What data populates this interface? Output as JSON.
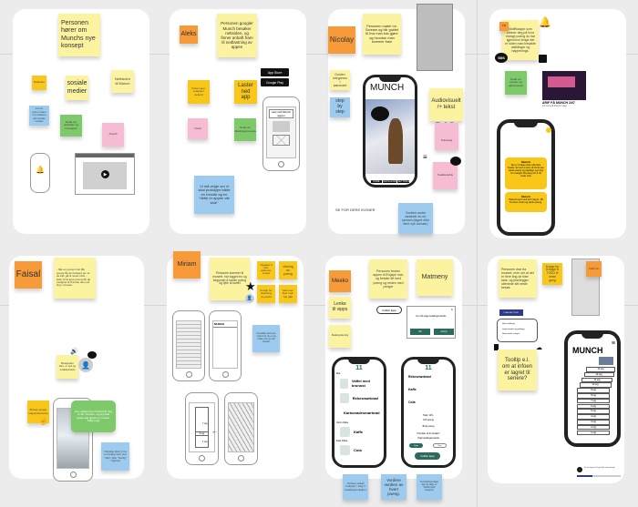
{
  "board": {
    "frames": [
      {
        "id": "frame-1",
        "persona": "",
        "stickies": [
          {
            "text": "Personen hører om Munchs nye konsept",
            "color": "yellow"
          },
          {
            "text": "Reklame",
            "color": "gold"
          },
          {
            "text": "sosiale medier",
            "color": "yellow"
          },
          {
            "text": "Nettsiden til Munch",
            "color": "yellow"
          },
          {
            "text": "Lorem ipsum tekst om reklame på sosiale medier",
            "color": "blue"
          },
          {
            "text": "Notat om nettsiden og konseptet",
            "color": "green"
          },
          {
            "text": "Avsnitt",
            "color": "pink"
          }
        ],
        "wireframes": [
          "phone-notification",
          "browser-video-player"
        ]
      },
      {
        "id": "frame-2",
        "persona": "Aleks",
        "stickies": [
          {
            "text": "Personen googler Munch besøker nettsiden, og finner anbaft fram til nedlastning av appen",
            "color": "yellow"
          },
          {
            "text": "Finner app-knappen nederst",
            "color": "gold"
          },
          {
            "text": "Laster ned app",
            "color": "gold"
          },
          {
            "text": "Notat",
            "color": "pink"
          },
          {
            "text": "Notat om nedlastingsprosessen",
            "color": "green"
          },
          {
            "text": "Vi må velge om vi skal prototype både en forside og en \"dette er appen vår side\"",
            "color": "blue"
          }
        ],
        "badges": [
          "App Store",
          "Google Play"
        ],
        "phone_banner": "Last ned Munch appen"
      },
      {
        "id": "frame-3",
        "persona": "Nicolay",
        "stickies": [
          {
            "text": "Personen møter mr. Scream og blir guidet til hva man kan gjøre og hvordan man kommer fram",
            "color": "yellow"
          },
          {
            "text": "Guiden integreres i kameraet",
            "color": "yellow"
          },
          {
            "text": "step by step",
            "color": "blue"
          },
          {
            "text": "Audiovisuelt /+ tekst",
            "color": "yellow"
          },
          {
            "text": "Tekstvalg",
            "color": "pink"
          },
          {
            "text": "Snakkeboble",
            "color": "pink"
          },
          {
            "text": "Vurdere andre varianter av mr. scream (tegne eller flere nye scream)",
            "color": "blue"
          }
        ],
        "phone_title": "MUNCH",
        "phone_nav": [
          "HOME",
          "NAVIGASJON",
          "SETTINGS"
        ],
        "text_format_icons": "B A I",
        "annotation": "SE FOR DERE IKONER"
      },
      {
        "id": "frame-4",
        "persona": "Pål",
        "stickies": [
          {
            "text": "Notifikasjon som minner deg på hvor mange poeng du har igjen/hvor lenge det er siden man besøkte utstillinger og happenings.",
            "color": "yellow"
          },
          {
            "text": "Notat om varsler og påminnelser",
            "color": "green"
          }
        ],
        "event_card": {
          "title": "ARIF PÅ MUNCH 24/7",
          "subtitle": "Konsert på Munch i dag"
        },
        "sms_label": "SMS",
        "messages": [
          {
            "sender": "Munch",
            "text": "Det er 4 dager siden ditt siste besøk. Ta turen innom nå så du kan samle poeng og oppdage nye ting! Du mangler 65 poeng for å nå neste nivå."
          },
          {
            "sender": "Munch",
            "text": "Husk konsert med Arif i dag kl. 19! Ta turen innom og samle poeng."
          }
        ]
      },
      {
        "id": "frame-5",
        "persona": "Faisal",
        "stickies": [
          {
            "text": "- Når en person har fått poeng får de beskjed om at de kan gå til neste nivå. - Etter å ha tjent poeng får de mulighet til å bruke dem på ting i museet.",
            "color": "yellow"
          },
          {
            "text": "Beskjeden kan, er lyd og snakkeboble",
            "color": "yellow"
          },
          {
            "text": "Bruker google maps/streetview",
            "color": "gold"
          },
          {
            "text": "Kanskje skal vi ha en knapp som sier \"skip\" eller \"ferdig\" i hjørnet",
            "color": "blue"
          }
        ],
        "speech_bubble": "Hei, velkommen til Munch! Jeg er Mr. Scream, og jeg skal guide deg gjennom museet. Følg meg!"
      },
      {
        "id": "frame-6",
        "persona": "Miriam",
        "stickies": [
          {
            "text": "Personen kommer til museet, har logget inn og begynner å samle poeng og fylle ut kartet",
            "color": "yellow"
          },
          {
            "text": "Oppgaver å løse underveis i museet",
            "color": "gold"
          },
          {
            "text": "Visning av poeng",
            "color": "gold"
          },
          {
            "text": "Knapp for skanning av punkt",
            "color": "gold"
          },
          {
            "text": "Kart over flyer man har gått",
            "color": "gold"
          },
          {
            "text": "Innendørs kart som viser hvor du er og hvilke rom du har besøkt",
            "color": "blue"
          }
        ],
        "map_header": "MUNCH",
        "floor_labels": [
          "7 etg",
          "6 etg",
          "1 etg"
        ]
      },
      {
        "id": "frame-7",
        "persona": "Meeko",
        "stickies": [
          {
            "text": "Personen bruker appen til å kjøpe mat, og betaler litt med poeng og resten med penger",
            "color": "yellow"
          },
          {
            "text": "Matmeny",
            "color": "yellow"
          },
          {
            "text": "Lenke til vipps",
            "color": "yellow"
          },
          {
            "text": "Betalingsløsning",
            "color": "yellow"
          },
          {
            "text": "Vurdere antall knapper i steg 3 betalingsmulighet",
            "color": "blue"
          },
          {
            "text": "Vurdere verdien av hvert poeng.",
            "color": "blue"
          },
          {
            "text": "Ta betalingsvalget ikke at valgt, er \"Fullfør kjøp\" knappen",
            "color": "blue"
          }
        ],
        "buttons": {
          "complete_order": "Fullfør kjøp"
        },
        "dialog": {
          "text": "Du må velge betalingsmetode",
          "ok": "OK",
          "cancel": "Avbryt"
        },
        "menu": {
          "logo": "11",
          "sections": [
            "Mat",
            "Varm drikke",
            "Kald drikke"
          ],
          "items": [
            {
              "name": "Vaffel med brunost",
              "price": "45,-"
            },
            {
              "name": "Rekesmørbrød",
              "price": "130,-"
            },
            {
              "name": "Karbonadesmørbrød",
              "price": "125,-"
            },
            {
              "name": "Kaffe",
              "price": "40,-"
            },
            {
              "name": "Cola",
              "price": "45,-"
            }
          ]
        },
        "cart": {
          "items": [
            {
              "name": "Rekesmørbrød",
              "price": "130,-"
            },
            {
              "name": "Kaffe",
              "price": "40,-"
            },
            {
              "name": "Cola",
              "price": "45,-"
            }
          ],
          "total": "Total: 215,-",
          "points": "100 poeng",
          "points_toggle": "Bruk poeng",
          "payment_question": "Hvordan vil du betale?",
          "payment_option": "Velg betalingsmetode",
          "pay_vipps": "Vipps",
          "pay_card": "Kort",
          "checkout": "Fullfør kjøp"
        }
      },
      {
        "id": "frame-8",
        "persona": "Kathrine",
        "stickies": [
          {
            "text": "Personen drar fra museet, men ser at det er flere ting de ikke rakk, og planlegger uttenede sitt neste besøk.",
            "color": "yellow"
          },
          {
            "text": "Knapp for å legge til TODO til neste gang",
            "color": "gold"
          },
          {
            "text": "Tooltip e.l. om at infoen er lagret til senere?",
            "color": "yellow"
          }
        ],
        "plan_button": "PLAN NEXT VISIT",
        "checklist": [
          "Husk utstillinger",
          "Lagre favoritter og planlegg",
          "Neste besøk er lagret"
        ],
        "phone_title": "MUNCH",
        "floors": [
          "13 etg",
          "12 etg",
          "11 etg",
          "10 etg",
          "9 etg",
          "8 etg",
          "7 etg",
          "6 etg",
          "5 etg",
          "4 etg",
          "3 etg",
          "2 etg",
          "1 etg"
        ],
        "footer_note": "Du har lagret 3 ting til ditt neste besøk"
      }
    ]
  },
  "colors": {
    "yellow": "#fbf3a0",
    "orange": "#f79a3a",
    "gold": "#f9c71a",
    "green": "#7ec96a",
    "blue": "#9ccbef",
    "pink": "#f6bcd4",
    "teal": "#2a6b5e",
    "navy": "#2b3a8c"
  }
}
